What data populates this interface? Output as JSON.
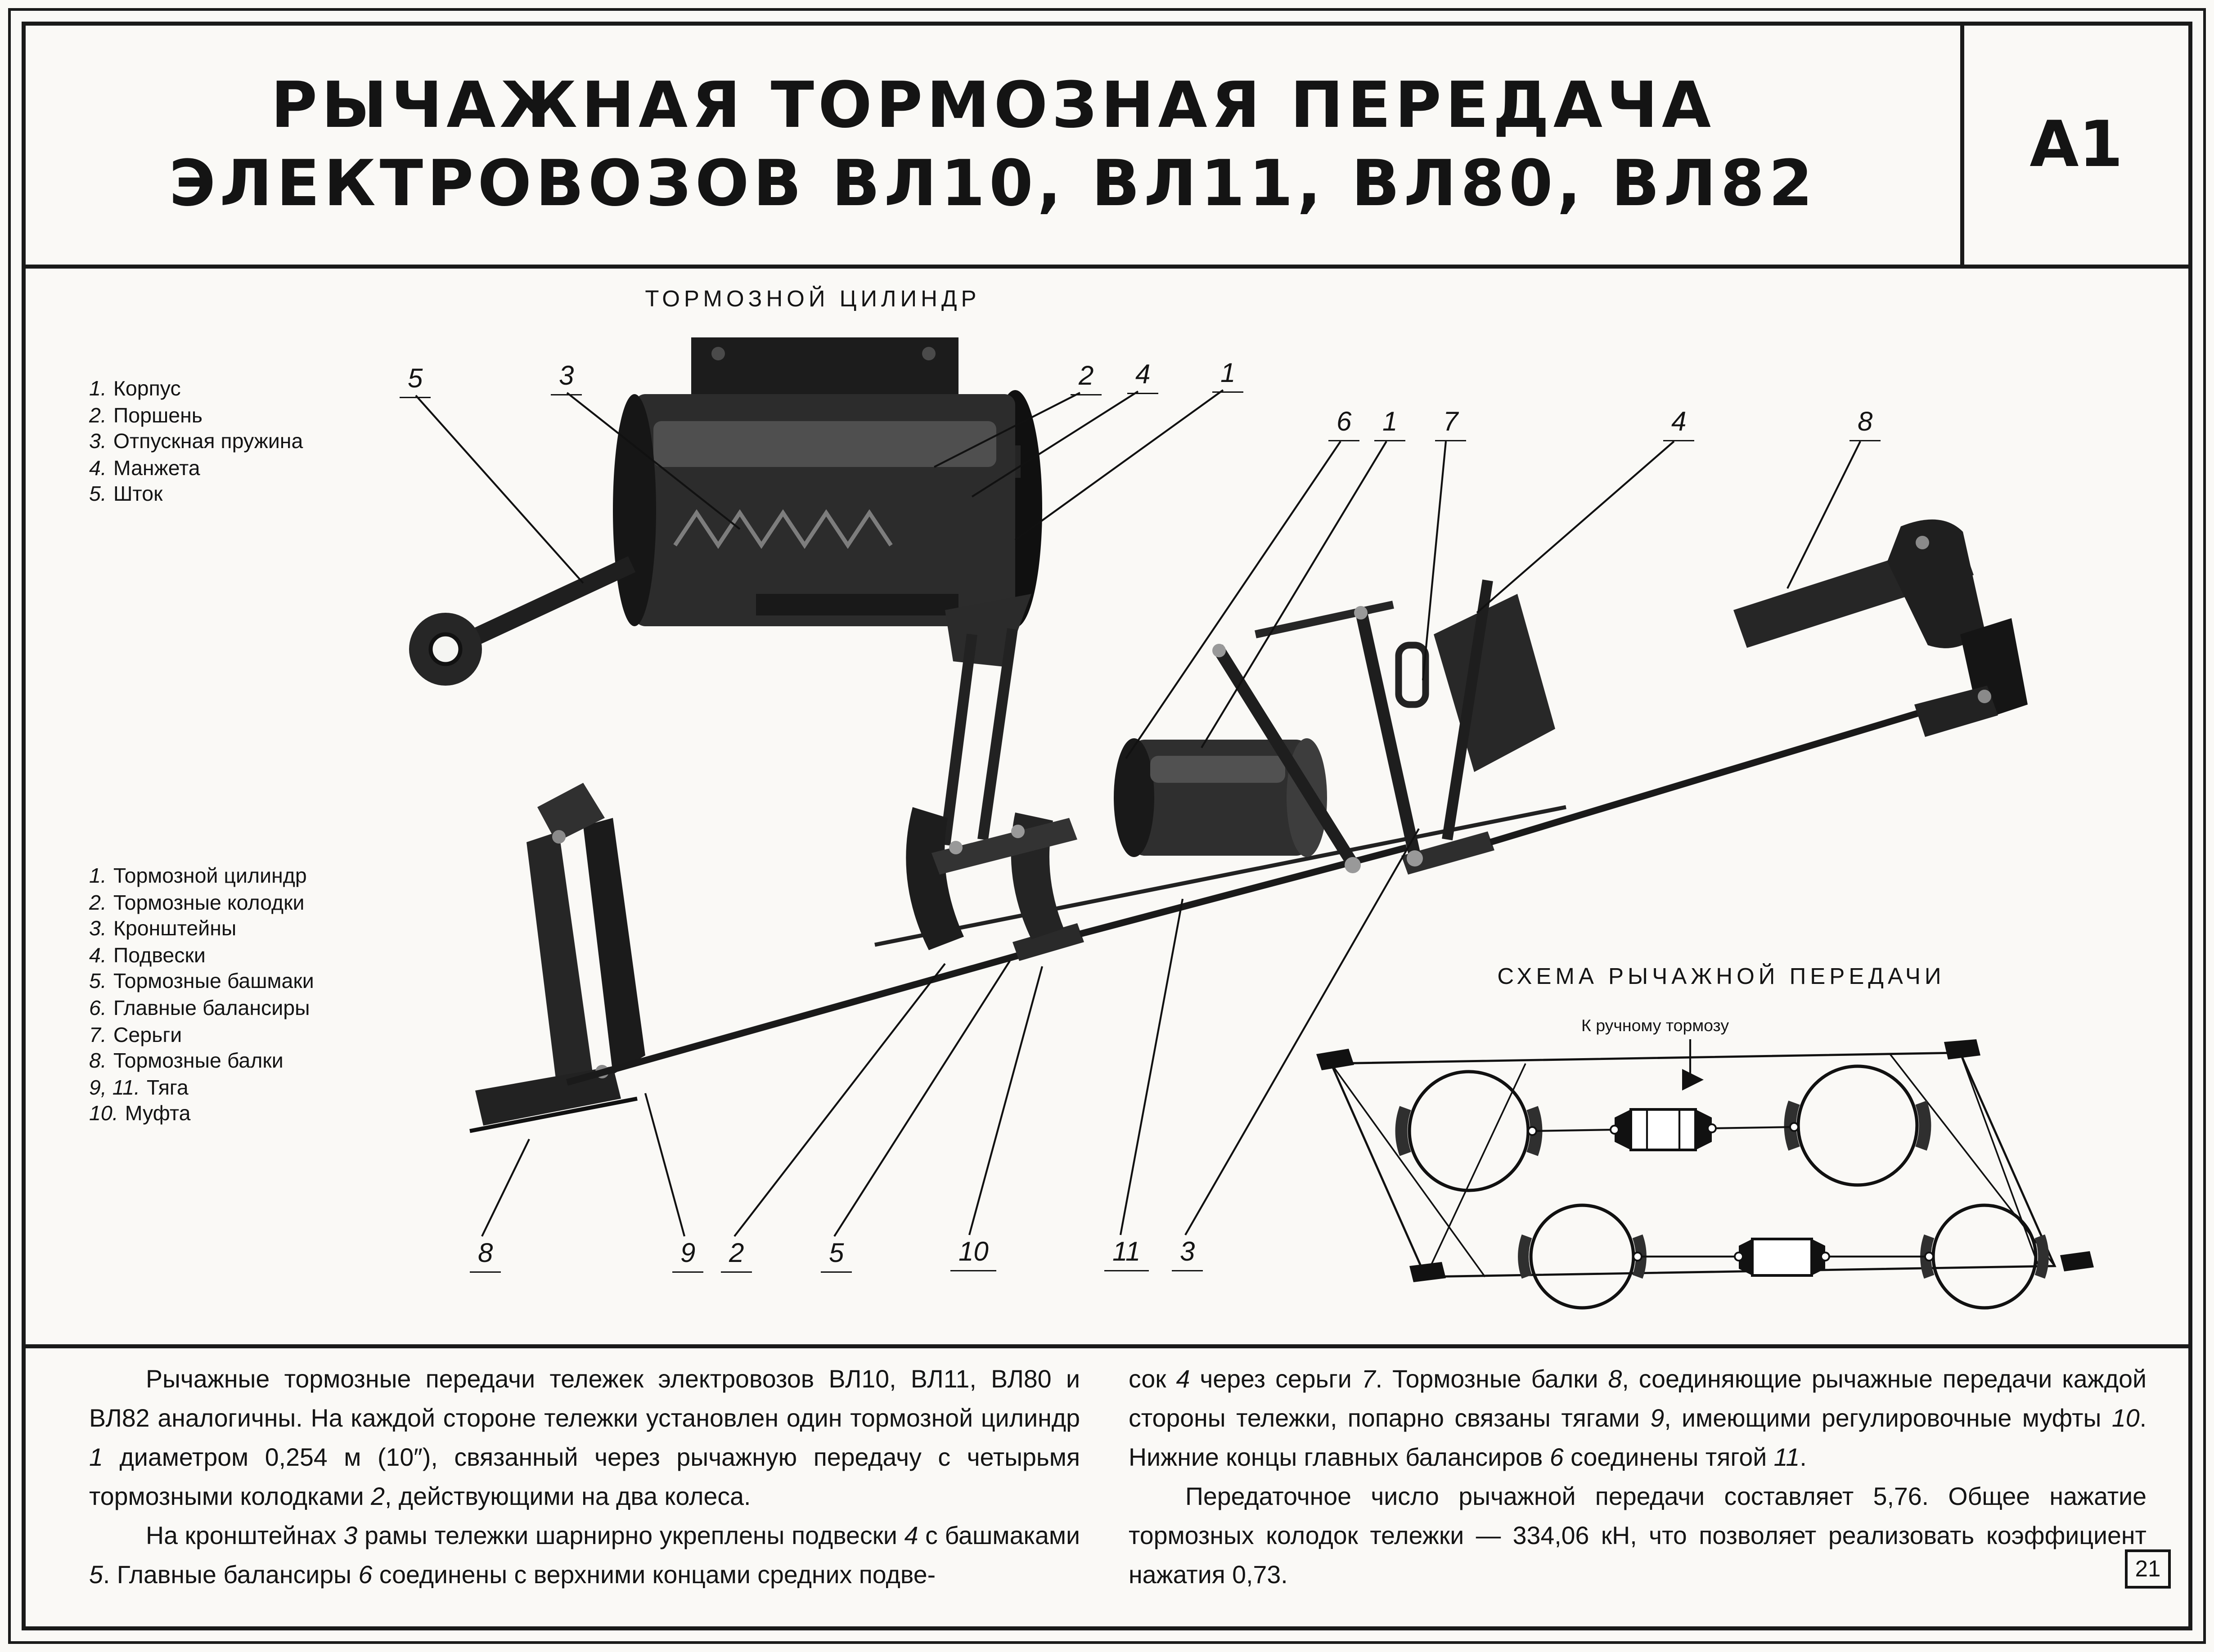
{
  "page": {
    "title_line1": "РЫЧАЖНАЯ ТОРМОЗНАЯ ПЕРЕДАЧА",
    "title_line2": "ЭЛЕКТРОВОЗОВ ВЛ10, ВЛ11, ВЛ80, ВЛ82",
    "sheet_code": "А1",
    "page_number": "21"
  },
  "cylinder_figure": {
    "caption": "ТОРМОЗНОЙ ЦИЛИНДР",
    "legend": [
      {
        "num": "1.",
        "label": "Корпус"
      },
      {
        "num": "2.",
        "label": "Поршень"
      },
      {
        "num": "3.",
        "label": "Отпускная пружина"
      },
      {
        "num": "4.",
        "label": "Манжета"
      },
      {
        "num": "5.",
        "label": "Шток"
      }
    ],
    "callouts": [
      "5",
      "3",
      "2",
      "4",
      "1"
    ]
  },
  "assembly_figure": {
    "legend": [
      {
        "num": "1.",
        "label": "Тормозной цилиндр"
      },
      {
        "num": "2.",
        "label": "Тормозные колодки"
      },
      {
        "num": "3.",
        "label": "Кронштейны"
      },
      {
        "num": "4.",
        "label": "Подвески"
      },
      {
        "num": "5.",
        "label": "Тормозные башмаки"
      },
      {
        "num": "6.",
        "label": "Главные балансиры"
      },
      {
        "num": "7.",
        "label": "Серьги"
      },
      {
        "num": "8.",
        "label": "Тормозные балки"
      },
      {
        "num": "9, 11.",
        "label": "Тяга"
      },
      {
        "num": "10.",
        "label": "Муфта"
      }
    ],
    "callouts_top": [
      "6",
      "1",
      "7",
      "4",
      "8"
    ],
    "callouts_bottom": [
      "8",
      "9",
      "2",
      "5",
      "10",
      "11",
      "3"
    ]
  },
  "schematic": {
    "caption": "СХЕМА РЫЧАЖНОЙ ПЕРЕДАЧИ",
    "hand_brake_label": "К ручному тормозу"
  },
  "body_text": {
    "col_left": [
      {
        "segments": [
          {
            "t": "Рычажные тормозные передачи тележек электровозов ВЛ10, ВЛ11, ВЛ80 и ВЛ82 аналогичны. На каждой стороне тележки установлен один тормозной цилиндр "
          },
          {
            "t": "1",
            "i": true
          },
          {
            "t": " диаметром 0,254 м (10″), связанный через рычажную передачу с четырьмя тормозными колодками "
          },
          {
            "t": "2",
            "i": true
          },
          {
            "t": ", действующими на два колеса."
          }
        ]
      },
      {
        "segments": [
          {
            "t": "На кронштейнах "
          },
          {
            "t": "3",
            "i": true
          },
          {
            "t": " рамы тележки шарнирно укреплены подвески "
          },
          {
            "t": "4",
            "i": true
          },
          {
            "t": " с башмаками "
          },
          {
            "t": "5",
            "i": true
          },
          {
            "t": ". Главные балансиры "
          },
          {
            "t": "6",
            "i": true
          },
          {
            "t": " соединены с верхними концами средних подве-"
          }
        ]
      }
    ],
    "col_right": [
      {
        "segments": [
          {
            "t": "сок "
          },
          {
            "t": "4",
            "i": true
          },
          {
            "t": " через серьги "
          },
          {
            "t": "7",
            "i": true
          },
          {
            "t": ". Тормозные балки "
          },
          {
            "t": "8",
            "i": true
          },
          {
            "t": ", соединяющие рычажные передачи каждой стороны тележки, попарно связаны тягами "
          },
          {
            "t": "9",
            "i": true
          },
          {
            "t": ", имеющими регулировочные муфты "
          },
          {
            "t": "10",
            "i": true
          },
          {
            "t": ". Нижние концы главных балансиров "
          },
          {
            "t": "6",
            "i": true
          },
          {
            "t": " соединены тягой "
          },
          {
            "t": "11",
            "i": true
          },
          {
            "t": "."
          }
        ]
      },
      {
        "segments": [
          {
            "t": "Передаточное число рычажной передачи составляет 5,76. Общее нажатие тормозных колодок тележки — 334,06 кН, что позволяет реализовать коэффициент нажатия 0,73."
          }
        ]
      }
    ]
  }
}
